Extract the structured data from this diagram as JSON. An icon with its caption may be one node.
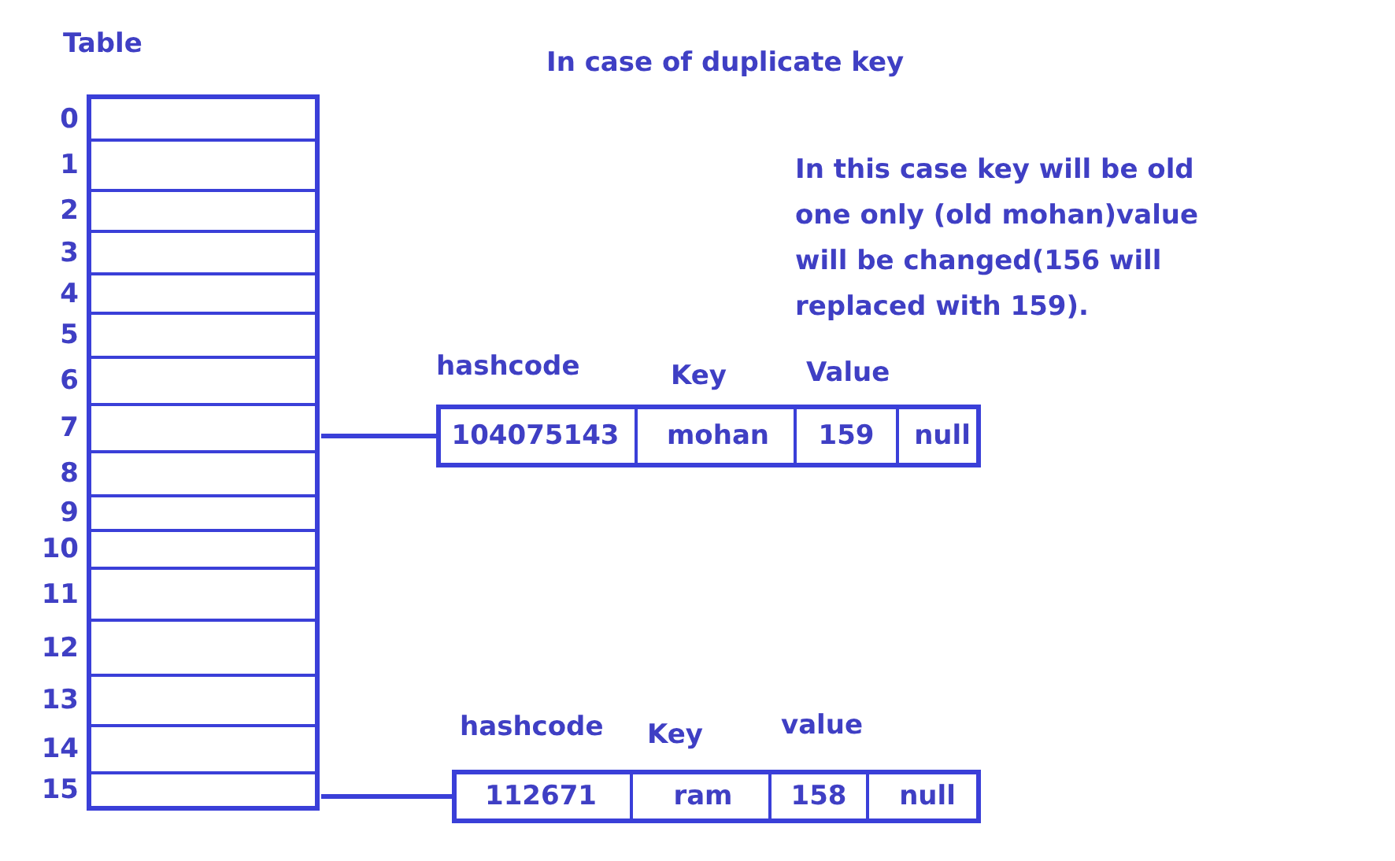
{
  "diagram": {
    "title": "In case of duplicate key",
    "nodes": [
      {
        "text": [
          "Table"
        ]
      },
      {
        "text": [],
        "shape": "box",
        "in": 0,
        "beside": [
          "0"
        ]
      },
      {
        "text": [],
        "shape": "box",
        "in": 0,
        "beside": [
          "1"
        ]
      },
      {
        "text": [],
        "shape": "box",
        "in": 0,
        "beside": [
          "2"
        ]
      },
      {
        "text": [],
        "shape": "box",
        "in": 0,
        "beside": [
          "3"
        ]
      },
      {
        "text": [],
        "shape": "box",
        "in": 0,
        "beside": [
          "4"
        ]
      },
      {
        "text": [],
        "shape": "box",
        "in": 0,
        "beside": [
          "5"
        ]
      },
      {
        "text": [],
        "shape": "box",
        "in": 0,
        "beside": [
          "6"
        ]
      },
      {
        "text": [],
        "shape": "box",
        "in": 0,
        "beside": [
          "7"
        ]
      },
      {
        "text": [],
        "shape": "box",
        "in": 0,
        "beside": [
          "8"
        ]
      },
      {
        "text": [],
        "shape": "box",
        "in": 0,
        "beside": [
          "9"
        ]
      },
      {
        "text": [],
        "shape": "box",
        "in": 0,
        "beside": [
          "10"
        ]
      },
      {
        "text": [],
        "shape": "box",
        "in": 0,
        "beside": [
          "11"
        ]
      },
      {
        "text": [],
        "shape": "box",
        "in": 0,
        "beside": [
          "12"
        ]
      },
      {
        "text": [],
        "shape": "box",
        "in": 0,
        "beside": [
          "13"
        ]
      },
      {
        "text": [],
        "shape": "box",
        "in": 0,
        "beside": [
          "14"
        ]
      },
      {
        "text": [],
        "shape": "box",
        "in": 0,
        "beside": [
          "15"
        ]
      },
      {
        "text": [],
        "shape": "box"
      },
      {
        "text": [
          "hashcode",
          "104075143"
        ],
        "in": 17
      },
      {
        "text": [
          "Key",
          "mohan"
        ],
        "in": 17
      },
      {
        "text": [
          "Value",
          "159"
        ],
        "in": 17
      },
      {
        "text": [
          "null"
        ],
        "in": 17
      },
      {
        "text": [],
        "shape": "box"
      },
      {
        "text": [
          "hashcode",
          "112671"
        ],
        "in": 22
      },
      {
        "text": [
          "Key",
          "ram"
        ],
        "in": 22
      },
      {
        "text": [
          "value",
          "158"
        ],
        "in": 22
      },
      {
        "text": [
          "null"
        ],
        "in": 22
      }
    ],
    "edges": [
      {
        "from": 8,
        "to": 17,
        "arrow": "none"
      },
      {
        "from": 16,
        "to": 22,
        "arrow": "none"
      }
    ],
    "labels": [
      "In this case key will be old one only (old mohan)value will be changed(156 will replaced with 159)."
    ]
  }
}
